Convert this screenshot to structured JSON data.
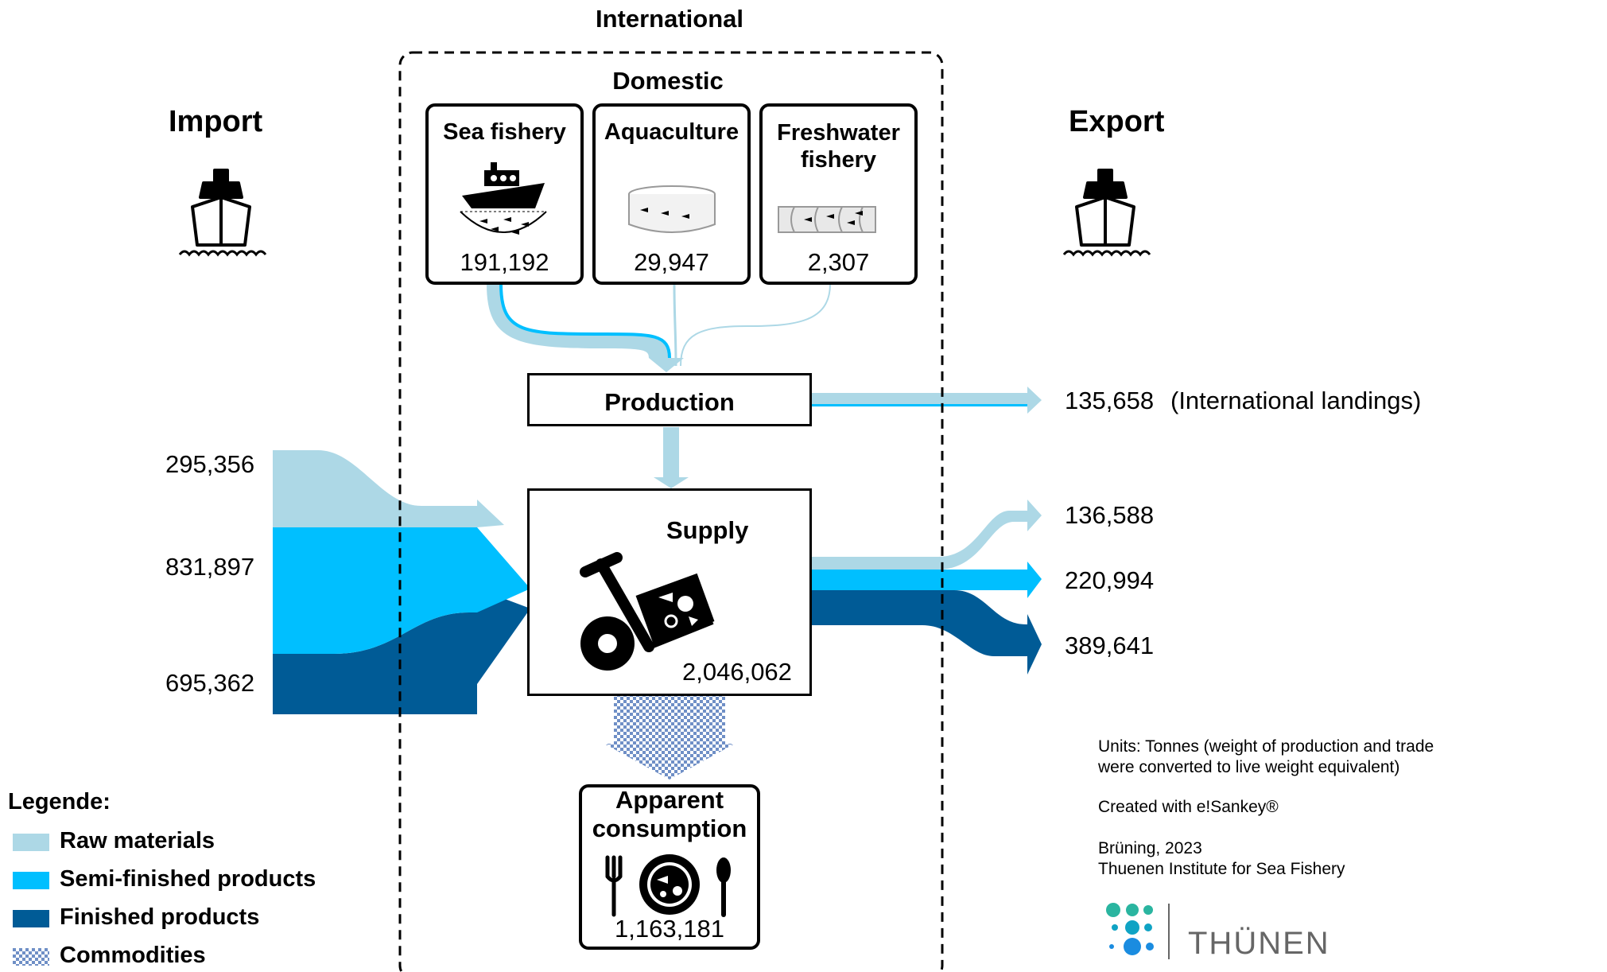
{
  "headings": {
    "international": "International",
    "domestic": "Domestic",
    "import": "Import",
    "export": "Export"
  },
  "sources": [
    {
      "label": "Sea fishery",
      "value": "191,192"
    },
    {
      "label": "Aquaculture",
      "value": "29,947"
    },
    {
      "label": "Freshwater fishery",
      "value": "2,307"
    }
  ],
  "production": {
    "label": "Production"
  },
  "international_landings": {
    "value": "135,658",
    "label": "(International landings)"
  },
  "supply": {
    "label": "Supply",
    "value": "2,046,062"
  },
  "consumption": {
    "label": "Apparent consumption",
    "value": "1,163,181"
  },
  "imports": [
    {
      "category": "Raw materials",
      "value": "295,356"
    },
    {
      "category": "Semi-finished products",
      "value": "831,897"
    },
    {
      "category": "Finished products",
      "value": "695,362"
    }
  ],
  "exports": [
    {
      "category": "Raw materials",
      "value": "136,588"
    },
    {
      "category": "Semi-finished products",
      "value": "220,994"
    },
    {
      "category": "Finished products",
      "value": "389,641"
    }
  ],
  "legend": {
    "title": "Legende:",
    "items": [
      {
        "label": "Raw materials",
        "color": "#add8e6"
      },
      {
        "label": "Semi-finished products",
        "color": "#00bfff"
      },
      {
        "label": "Finished products",
        "color": "#005b96"
      },
      {
        "label": "Commodities",
        "color": "#7f9fcf"
      }
    ]
  },
  "notes": {
    "units": "Units: Tonnes (weight of production and trade were converted to live weight equivalent)",
    "created": "Created with e!Sankey®",
    "author": "Brüning, 2023",
    "institute": "Thuenen Institute for Sea Fishery"
  },
  "logo": {
    "text": "THÜNEN"
  },
  "colors": {
    "raw": "#add8e6",
    "semi": "#00bfff",
    "finished": "#005b96",
    "commodities": "#7f9fcf"
  }
}
